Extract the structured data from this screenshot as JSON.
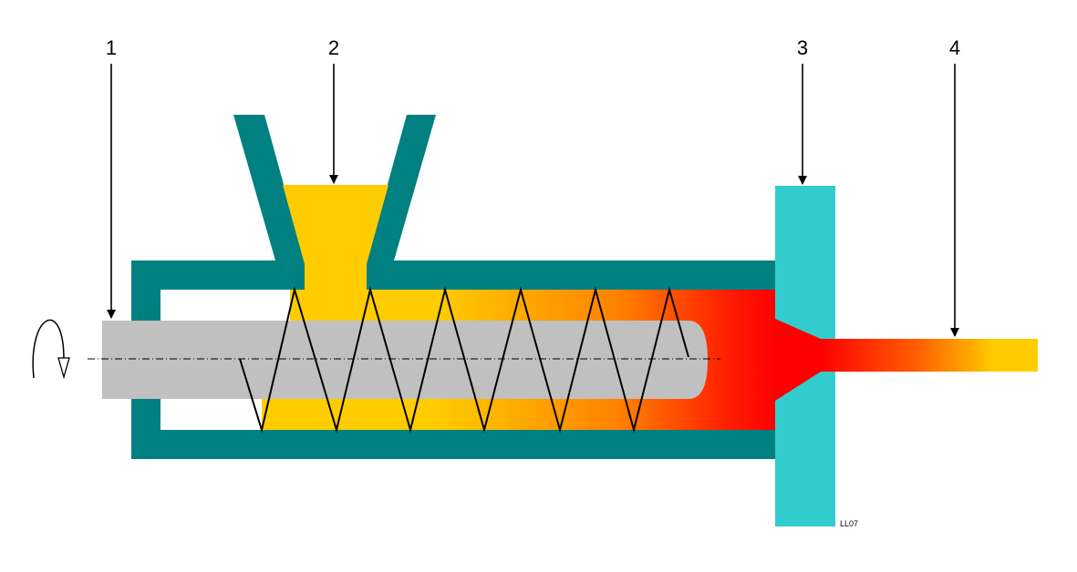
{
  "labels": {
    "l1": "1",
    "l2": "2",
    "l3": "3",
    "l4": "4"
  },
  "watermark": "LL07",
  "colors": {
    "barrel": "#008080",
    "die": "#33CCCC",
    "screw": "#C0C0C0",
    "material_cold": "#FFCC00",
    "material_hot": "#FF0000",
    "background": "#FFFFFF",
    "lines": "#000000"
  },
  "icons": {
    "rotation": "rotation-arrow-icon"
  }
}
